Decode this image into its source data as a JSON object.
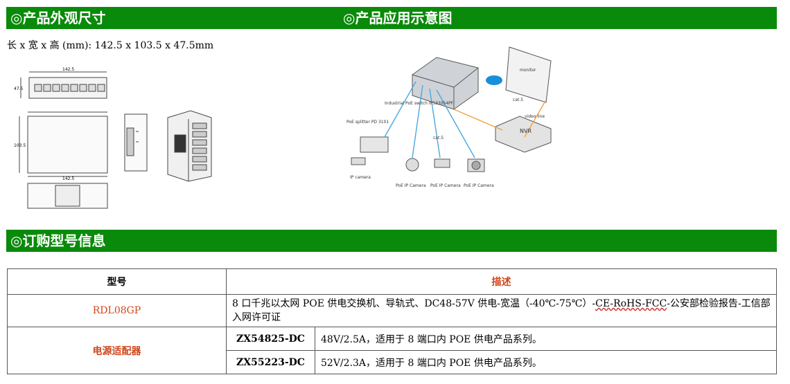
{
  "sections": {
    "appearance_title": "◎产品外观尺寸",
    "application_title": "◎产品应用示意图",
    "ordering_title": "◎订购型号信息"
  },
  "dimensions": "长 x 宽 x 高 (mm): 142.5 x 103.5 x 47.5mm",
  "drawing_labels": {
    "width_top": "142.5",
    "height_side": "47.5",
    "depth": "103.5",
    "width_bottom": "142.5"
  },
  "diagram_labels": {
    "switch": "Industrial PoE switch IP533054PF",
    "splitter": "PoE splitter PD 3101",
    "ip_camera": "IP camera",
    "cat5_a": "cat.5",
    "cat5_b": "cat.5",
    "monitor": "monitor",
    "video_line": "video line",
    "nvr": "NVR",
    "poe_cam1": "PoE IP Camera",
    "poe_cam2": "PoE IP Camera",
    "poe_cam3": "PoE IP Camera"
  },
  "table": {
    "headers": {
      "model": "型号",
      "desc": "描述"
    },
    "row1": {
      "model": "RDL08GP",
      "desc_a": "8 口千兆以太网 POE 供电交换机、导轨式、DC48-57V 供电-宽温（-40℃-75℃）-",
      "desc_b": "CE-RoHS-FCC",
      "desc_c": "-公安部检验报告-工信部入网许可证"
    },
    "row2": {
      "model": "电源适配器",
      "sub1_model": "ZX54825-DC",
      "sub1_desc": "48V/2.5A，适用于 8 端口内 POE 供电产品系列。",
      "sub2_model": "ZX55223-DC",
      "sub2_desc": "52V/2.3A，适用于 8 端口内 POE 供电产品系列。"
    }
  }
}
